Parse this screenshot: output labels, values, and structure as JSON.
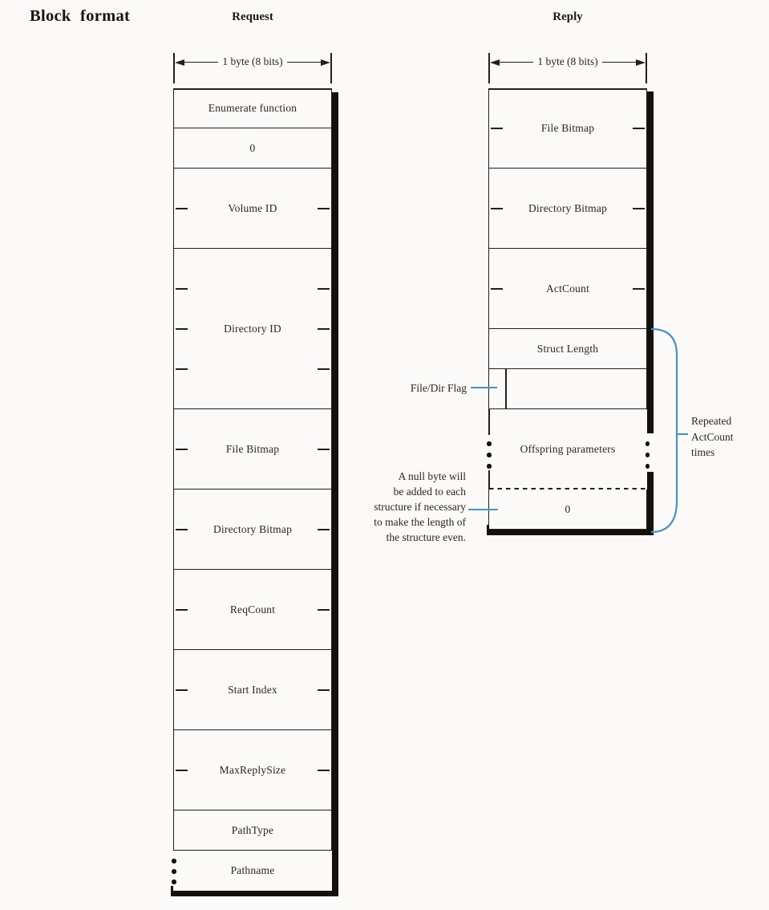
{
  "figure": {
    "title": "Block format"
  },
  "request": {
    "header": "Request",
    "byte_width_label": "1 byte (8 bits)",
    "rows": [
      {
        "label": "Enumerate function",
        "bytes": 1
      },
      {
        "label": "0",
        "bytes": 1
      },
      {
        "label": "Volume ID",
        "bytes": 2
      },
      {
        "label": "Directory ID",
        "bytes": 4
      },
      {
        "label": "File Bitmap",
        "bytes": 2
      },
      {
        "label": "Directory Bitmap",
        "bytes": 2
      },
      {
        "label": "ReqCount",
        "bytes": 2
      },
      {
        "label": "Start Index",
        "bytes": 2
      },
      {
        "label": "MaxReplySize",
        "bytes": 2
      },
      {
        "label": "PathType",
        "bytes": 1
      },
      {
        "label": "Pathname",
        "bytes": 1,
        "variable_length": true
      }
    ]
  },
  "reply": {
    "header": "Reply",
    "byte_width_label": "1 byte (8 bits)",
    "rows": [
      {
        "label": "File Bitmap",
        "bytes": 2
      },
      {
        "label": "Directory Bitmap",
        "bytes": 2
      },
      {
        "label": "ActCount",
        "bytes": 2
      },
      {
        "label": "Struct Length",
        "bytes": 1
      },
      {
        "label": "",
        "bytes": 1,
        "flag_cell": true
      },
      {
        "label": "Offspring parameters",
        "bytes": 2,
        "variable_length": true,
        "dashed_bottom": true
      },
      {
        "label": "0",
        "bytes": 1
      }
    ]
  },
  "annotations": {
    "file_dir_flag": "File/Dir Flag",
    "null_byte_note": [
      "A null byte will",
      "be added to each",
      "structure if necessary",
      "to make the length of",
      "the structure even."
    ],
    "repeat_note": [
      "Repeated",
      "ActCount",
      "times"
    ]
  },
  "colors": {
    "ink": "#231f1b",
    "accent_blue": "#4a93bb",
    "paper": "#fbfaf8",
    "shadow": "#14110d"
  }
}
